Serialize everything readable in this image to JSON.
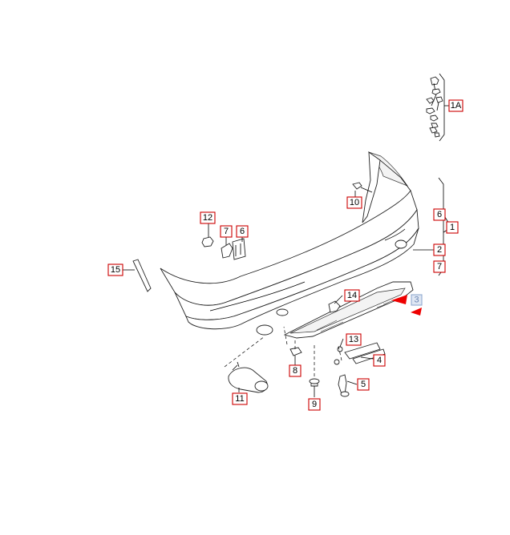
{
  "callouts": {
    "c1A": "1A",
    "c1": "1",
    "c2": "2",
    "c3": "3",
    "c4": "4",
    "c5": "5",
    "c6a": "6",
    "c6b": "6",
    "c7a": "7",
    "c7b": "7",
    "c8": "8",
    "c9": "9",
    "c10": "10",
    "c11": "11",
    "c12": "12",
    "c13": "13",
    "c14": "14",
    "c15": "15"
  },
  "colors": {
    "callout_border": "#cc0000",
    "arrow": "#ee0000",
    "selected_fill": "#dfe7f3",
    "selected_text": "#6b86b3"
  },
  "selected_callout": "3"
}
